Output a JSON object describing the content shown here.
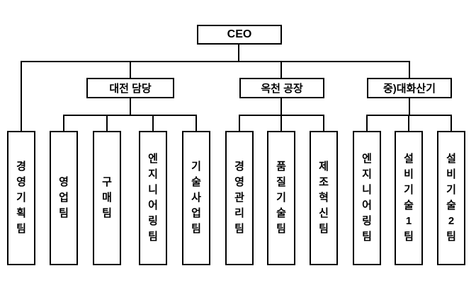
{
  "chart": {
    "type": "org-chart",
    "colors": {
      "line": "#000000",
      "box_border": "#000000",
      "box_fill": "#ffffff",
      "background": "#ffffff",
      "text": "#000000"
    },
    "nodes": {
      "ceo": {
        "label": "CEO"
      },
      "divisions": [
        {
          "label": "대전 담당",
          "reports_to": "CEO"
        },
        {
          "label": "옥천 공장",
          "reports_to": "CEO"
        },
        {
          "label": "중)대화산기",
          "reports_to": "CEO"
        }
      ],
      "teams": [
        {
          "label": "경영기획팀",
          "reports_to": "CEO"
        },
        {
          "label": "영업팀",
          "reports_to": "대전 담당"
        },
        {
          "label": "구매팀",
          "reports_to": "대전 담당"
        },
        {
          "label": "엔지니어링팀",
          "reports_to": "대전 담당"
        },
        {
          "label": "기술사업팀",
          "reports_to": "대전 담당"
        },
        {
          "label": "경영관리팀",
          "reports_to": "옥천 공장"
        },
        {
          "label": "품질기술팀",
          "reports_to": "옥천 공장"
        },
        {
          "label": "제조혁신팀",
          "reports_to": "옥천 공장"
        },
        {
          "label": "엔지니어링팀",
          "reports_to": "중)대화산기"
        },
        {
          "label": "설비기술1팀",
          "reports_to": "중)대화산기"
        },
        {
          "label": "설비기술2팀",
          "reports_to": "중)대화산기"
        }
      ]
    }
  }
}
